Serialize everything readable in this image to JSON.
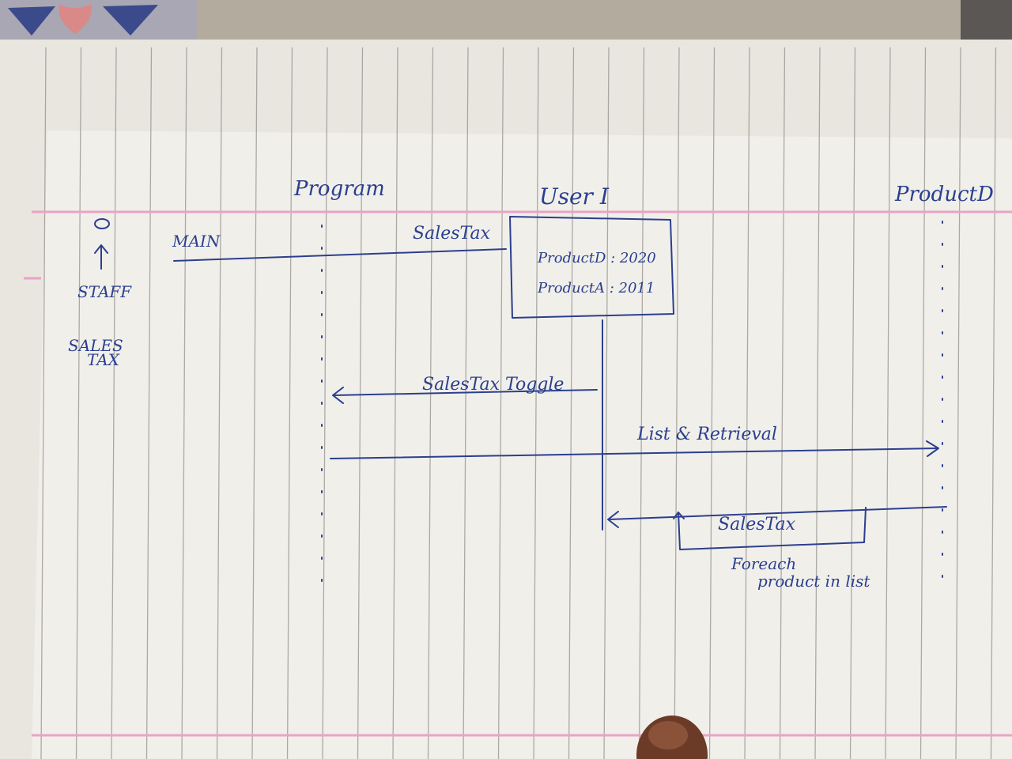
{
  "diagram": {
    "lifelines": [
      {
        "id": "program",
        "label": "Program"
      },
      {
        "id": "user",
        "label": "User I"
      },
      {
        "id": "product",
        "label": "ProductD"
      }
    ],
    "actor": {
      "label": "STAFF",
      "note_line1": "SALES",
      "note_line2": "TAX"
    },
    "messages": [
      {
        "id": "main",
        "label": "MAIN"
      },
      {
        "id": "salestax-in",
        "label": "SalesTax"
      },
      {
        "id": "toggle",
        "label": "SalesTax Toggle"
      },
      {
        "id": "list",
        "label": "List & Retrieval"
      },
      {
        "id": "loop",
        "label": "SalesTax"
      }
    ],
    "user_box": {
      "line1": "ProductD : 2020",
      "line2": "ProductA : 2011"
    },
    "loop_note": {
      "line1": "Foreach",
      "line2": "product in list"
    }
  },
  "colors": {
    "ink": "#2b3f8e",
    "margin_line": "#e8a0c0",
    "paper": "#efece6"
  }
}
